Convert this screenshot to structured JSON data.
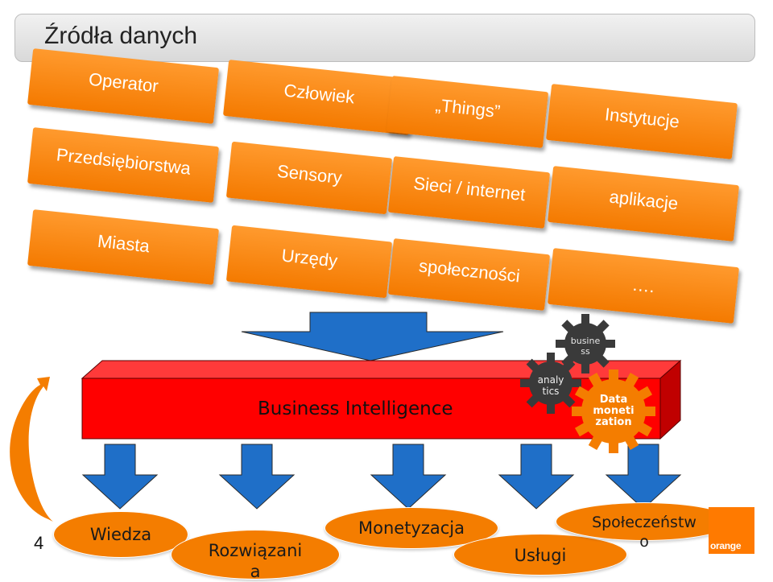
{
  "title": "Źródła danych",
  "sources": [
    {
      "label": "Operator"
    },
    {
      "label": "Człowiek"
    },
    {
      "label": "„Things”"
    },
    {
      "label": "Instytucje"
    },
    {
      "label": "Przedsiębiorstwa"
    },
    {
      "label": "Sensory"
    },
    {
      "label": "Sieci / internet"
    },
    {
      "label": "aplikacje"
    },
    {
      "label": "Miasta"
    },
    {
      "label": "Urzędy"
    },
    {
      "label": "społeczności"
    },
    {
      "label": "…."
    }
  ],
  "bi": {
    "label": "Business Intelligence"
  },
  "gears": {
    "business": "busine ss",
    "analytics": "analy tics",
    "data_monetization": "Data moneti zation"
  },
  "outcomes": {
    "wiedza": "Wiedza",
    "rozwiazania": "Rozwiązani a",
    "monetyzacja": "Monetyzacja",
    "uslugi": "Usługi",
    "spoleczenstwo": "Społeczeństw o"
  },
  "page_number": "4",
  "logo_text": "orange",
  "colors": {
    "orange": "#f47d00",
    "bi_red": "#ff0000",
    "arrow_blue": "#1f6fc8",
    "gear_dark": "#3a3a3a"
  }
}
